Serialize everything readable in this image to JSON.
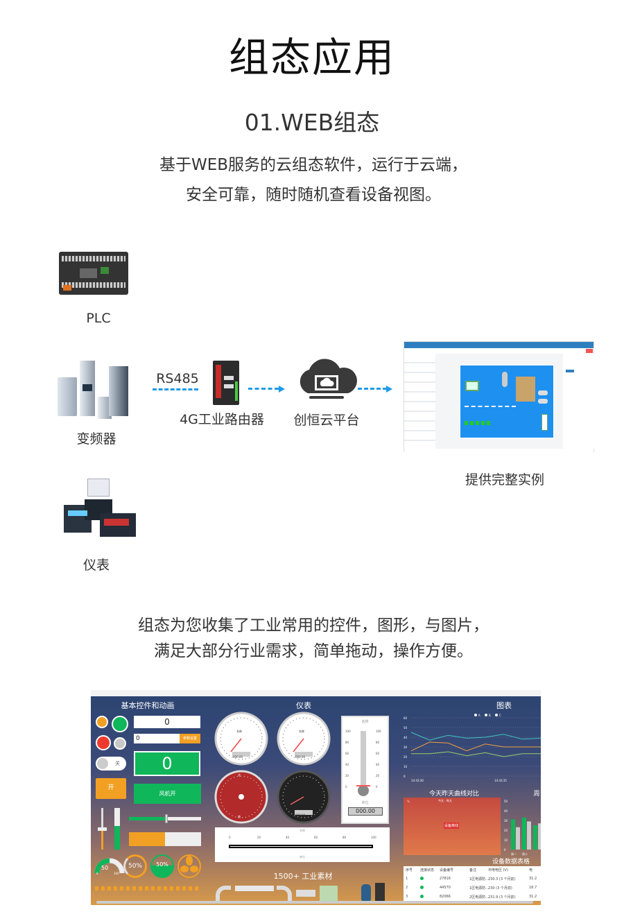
{
  "header": {
    "title": "组态应用",
    "subtitle": "01.WEB组态",
    "intro": [
      "基于WEB服务的云组态软件，运行于云端，",
      "安全可靠，随时随机查看设备视图。"
    ]
  },
  "diagram": {
    "devices": [
      {
        "label": "PLC",
        "icon": "plc-icon"
      },
      {
        "label": "变频器",
        "icon": "inverter-icon"
      },
      {
        "label": "仪表",
        "icon": "meter-icon"
      }
    ],
    "protocol": "RS485",
    "router": "4G工业路由器",
    "cloud": "创恒云平台",
    "example": "提供完整实例",
    "accent": "#1e9be6"
  },
  "features": [
    "组态为您收集了工业常用的控件，图形，与图片，",
    "满足大部分行业需求，简单拖动，操作方便。"
  ],
  "dashboard": {
    "sections": {
      "controls": "基本控件和动画",
      "meters": "仪表",
      "charts": "图表"
    },
    "input_value": "0",
    "param_value": "0",
    "param_button": "参数设置",
    "display_value": "0",
    "toggle_label": "关",
    "on_button": "开",
    "fan_button": "风机开",
    "half_gauge": {
      "value": "50",
      "min": "0",
      "max": "100"
    },
    "ring_percent": "50%",
    "wave_percent": "50%",
    "slider_value": 50,
    "progress_value": 50,
    "gauge_labels": {
      "name": "名称",
      "unit": "单位",
      "readout": "000.00"
    },
    "compass": [
      "北",
      "东北",
      "东",
      "东南",
      "南",
      "西南",
      "西",
      "西北"
    ],
    "thermo": {
      "name": "名称",
      "unit": "单位",
      "readout": "000.00",
      "ticks": [
        "100",
        "80",
        "60",
        "40",
        "20",
        "0"
      ]
    },
    "linear": {
      "name": "名称",
      "unit": "单位",
      "ticks": [
        "0",
        "20",
        "40",
        "60",
        "80",
        "100"
      ]
    },
    "materials": "1500+ 工业素材",
    "line_chart": {
      "legend": [
        "A",
        "B",
        "C"
      ],
      "yticks": [
        "0",
        "10",
        "20",
        "30",
        "40",
        "50",
        "60"
      ],
      "xlabels": [
        "14:43:30",
        "14:43:35"
      ],
      "series": [
        {
          "name": "A",
          "color": "#3ec6c0",
          "values": [
            45,
            37,
            42,
            39,
            40,
            43,
            38,
            39
          ]
        },
        {
          "name": "B",
          "color": "#f0a040",
          "values": [
            26,
            35,
            34,
            26,
            33,
            30,
            30,
            30
          ]
        },
        {
          "name": "C",
          "color": "#9bd06a",
          "values": [
            23,
            23,
            25,
            21,
            24,
            20,
            23,
            23
          ]
        }
      ]
    },
    "compare_chart": {
      "title": "今天昨天曲线对比",
      "legend": [
        "今天",
        "昨天"
      ],
      "unit": "%",
      "center": "设备离线"
    },
    "week_chart": {
      "title": "周",
      "yticks": [
        "0",
        "10",
        "20",
        "30",
        "40",
        "50"
      ],
      "xlabels": [
        "周一",
        "周二"
      ],
      "values": [
        [
          31,
          23
        ],
        [
          33,
          29
        ],
        [
          25,
          27
        ]
      ]
    },
    "table": {
      "title": "设备数据表格",
      "columns": [
        "序号",
        "连接状态",
        "设备编号",
        "备注",
        "市电电压 (V)",
        "电"
      ],
      "rows": [
        [
          "1",
          "",
          "27816",
          "1区电源防...",
          "230.3 (3 个月前)",
          "31.2"
        ],
        [
          "2",
          "",
          "44570",
          "1区电源防...",
          "230 (3 个月前)",
          "18.7"
        ],
        [
          "3",
          "",
          "82066",
          "2区电源防...",
          "231.9 (3 个月前)",
          "31.2"
        ]
      ]
    }
  }
}
